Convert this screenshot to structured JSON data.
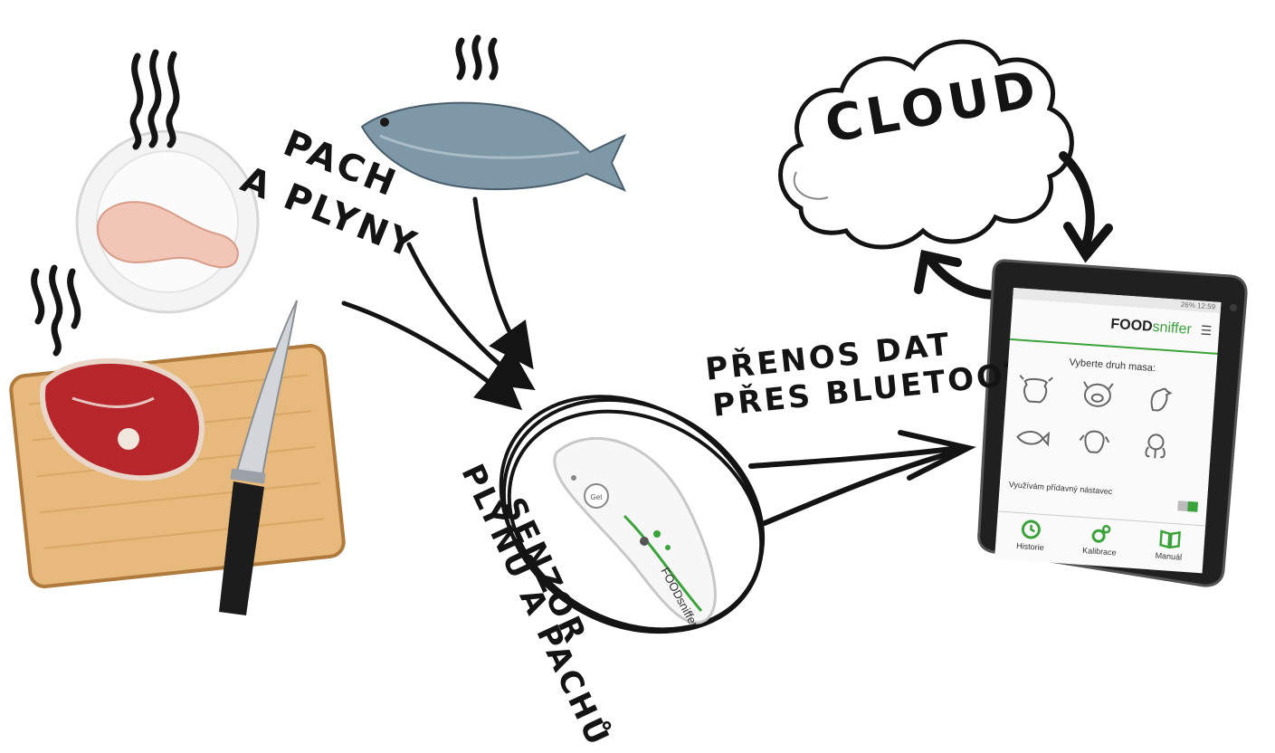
{
  "labels": {
    "pach_line1": "PACH",
    "pach_line2": "A PLYNY",
    "cloud": "CLOUD",
    "prenos_line1": "PŘENOS DAT",
    "prenos_line2": "PŘES BLUETOOTH",
    "senzor_line1": "SENZOR",
    "senzor_line2": "PLYNŮ A PACHŮ"
  },
  "sensor_device": {
    "brand": "FOODsniffer",
    "button_label": "Get"
  },
  "tablet": {
    "status_text": "26% 12:59",
    "app_name_part1": "FOOD",
    "app_name_part2": "sniffer",
    "menu_icon": "hamburger-menu-icon",
    "prompt": "Vyberte druh masa:",
    "meat_types": [
      "beef-icon",
      "pork-icon",
      "poultry-icon",
      "fish-icon",
      "lamb-icon",
      "seafood-icon"
    ],
    "attachment_label": "Využívám přídavný nástavec",
    "nav": {
      "history": "Historie",
      "calibration": "Kalibrace",
      "manual": "Manuál"
    }
  },
  "colors": {
    "ink": "#141414",
    "accent_green": "#3aa43a",
    "board_wood": "#e7b97d",
    "meat_red": "#b6262b",
    "fish_blue": "#7e98a8"
  }
}
